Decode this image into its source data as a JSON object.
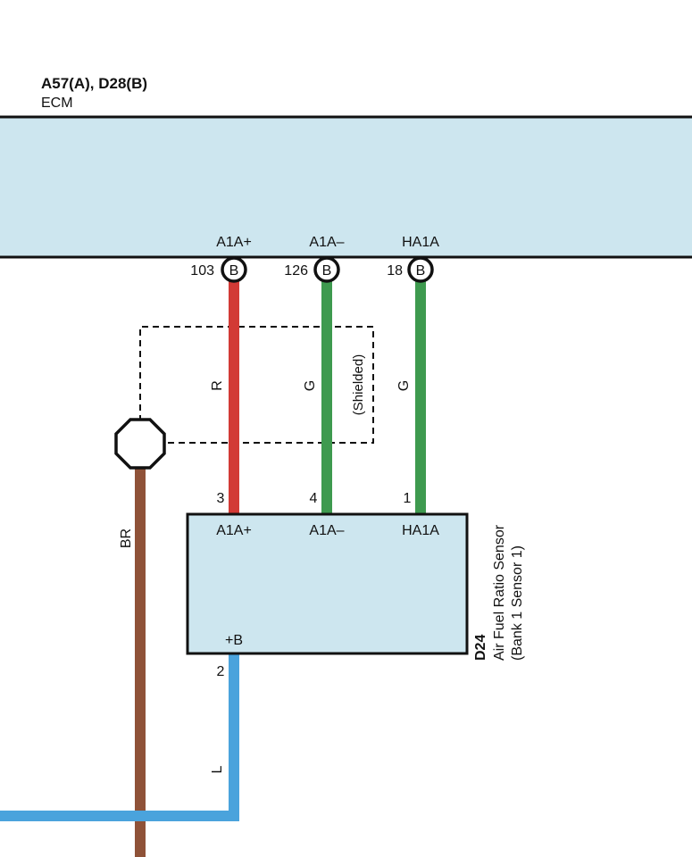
{
  "ecm": {
    "connectors": "A57(A), D28(B)",
    "name": "ECM"
  },
  "ecm_terminals": [
    {
      "name": "A1A+",
      "pin": "103",
      "connector": "B"
    },
    {
      "name": "A1A–",
      "pin": "126",
      "connector": "B"
    },
    {
      "name": "HA1A",
      "pin": "18",
      "connector": "B"
    }
  ],
  "wires": {
    "signal_plus": {
      "code": "R",
      "color": "#d23a35"
    },
    "signal_minus": {
      "code": "G",
      "color": "#3e9a4f"
    },
    "heater": {
      "code": "G",
      "color": "#3e9a4f"
    },
    "ground": {
      "code": "BR",
      "color": "#8f5238"
    },
    "power": {
      "code": "L",
      "color": "#4aa3dc"
    }
  },
  "shield_label": "(Shielded)",
  "sensor": {
    "id": "D24",
    "name": "Air Fuel Ratio Sensor",
    "location": "(Bank 1 Sensor 1)",
    "terminals": [
      {
        "name": "A1A+",
        "pin": "3"
      },
      {
        "name": "A1A–",
        "pin": "4"
      },
      {
        "name": "HA1A",
        "pin": "1"
      },
      {
        "name": "+B",
        "pin": "2"
      }
    ]
  },
  "colors": {
    "component_fill": "#cde6ef",
    "outline": "#111111"
  }
}
